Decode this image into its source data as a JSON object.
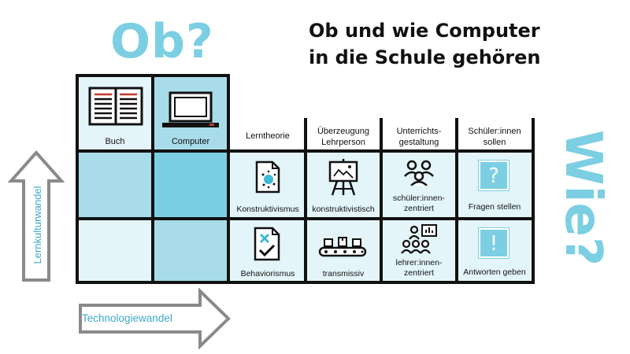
{
  "titles": {
    "ob": "Ob?",
    "main_line1": "Ob und wie Computer",
    "main_line2": "in die Schule gehören",
    "wie": "Wie?"
  },
  "top_cells": {
    "book": "Buch",
    "computer": "Computer"
  },
  "headers": [
    {
      "line1": "Lerntheorie",
      "line2": ""
    },
    {
      "line1": "Überzeugung",
      "line2": "Lehrperson"
    },
    {
      "line1": "Unterrichts-",
      "line2": "gestaltung"
    },
    {
      "line1": "Schüler:innen",
      "line2": "sollen"
    }
  ],
  "rows": [
    {
      "theory": "Konstruktivismus",
      "belief": "konstruktivistisch",
      "design_line1": "schüler:innen-",
      "design_line2": "zentriert",
      "student": "Fragen stellen",
      "student_symbol": "?"
    },
    {
      "theory": "Behaviorismus",
      "belief": "transmissiv",
      "design_line1": "lehrer:innen-",
      "design_line2": "zentriert",
      "student": "Antworten geben",
      "student_symbol": "!"
    }
  ],
  "arrows": {
    "vertical": "Lernkulturwandel",
    "horizontal": "Technologiewandel"
  },
  "colors": {
    "accent": "#7ccfe3",
    "light": "#e4f5fa",
    "mid": "#a8dcea",
    "red": "#c0392b"
  },
  "icons": [
    "book-icon",
    "laptop-icon",
    "document-splash-icon",
    "easel-icon",
    "group-icon",
    "question-icon",
    "document-check-icon",
    "conveyor-icon",
    "presentation-group-icon",
    "exclamation-icon"
  ]
}
